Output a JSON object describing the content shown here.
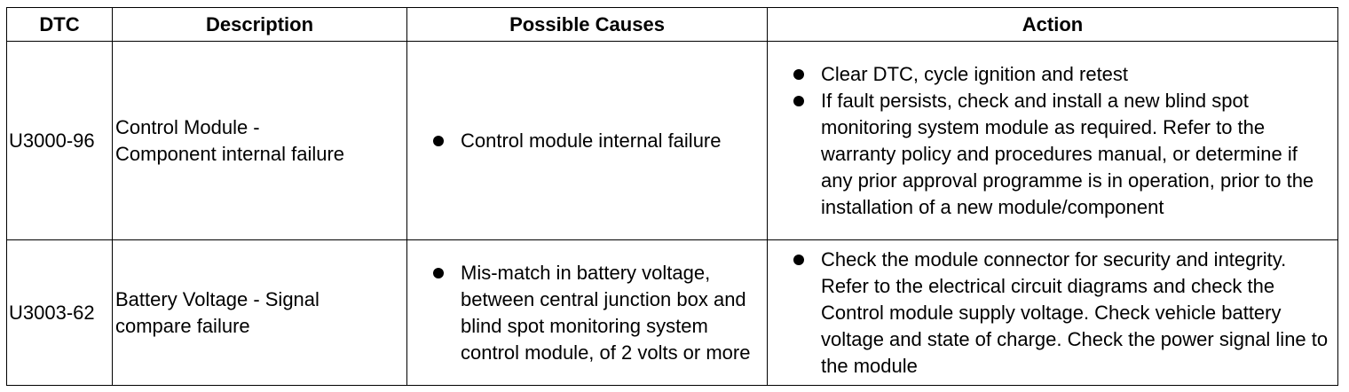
{
  "table": {
    "headers": [
      "DTC",
      "Description",
      "Possible Causes",
      "Action"
    ],
    "rows": [
      {
        "dtc": "U3000-96",
        "description_lines": [
          "Control Module -",
          "Component internal failure"
        ],
        "causes": [
          "Control module internal failure"
        ],
        "actions": [
          "Clear DTC, cycle ignition and retest",
          "If fault persists, check and install a new blind spot monitoring system module as required. Refer to the warranty policy and procedures manual, or determine if any prior approval programme is in operation, prior to the installation of a new module/component"
        ]
      },
      {
        "dtc": "U3003-62",
        "description_lines": [
          "Battery Voltage - Signal",
          "compare failure"
        ],
        "causes": [
          "Mis-match in battery voltage, between central junction box and blind spot monitoring system control module, of 2 volts or more"
        ],
        "actions": [
          "Check the module connector for security and integrity. Refer to the electrical circuit diagrams and check the Control module supply voltage. Check vehicle battery voltage and state of charge. Check the power signal line to the module"
        ]
      }
    ]
  }
}
